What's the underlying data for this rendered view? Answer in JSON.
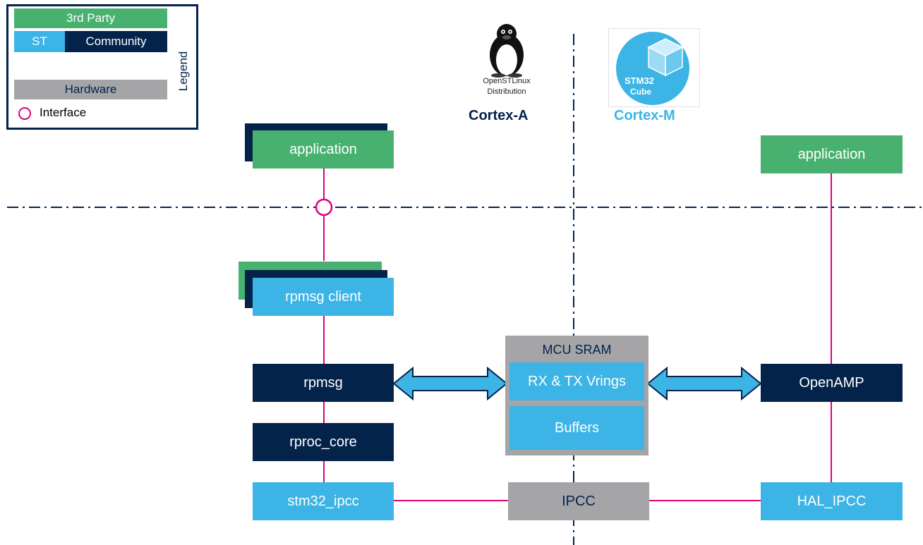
{
  "legend": {
    "title": "Legend",
    "third_party": "3rd Party",
    "st": "ST",
    "community": "Community",
    "hardware": "Hardware",
    "interface": "Interface"
  },
  "logos": {
    "linux_text_1": "OpenSTLinux",
    "linux_text_2": "Distribution",
    "stm32_text_1": "STM32",
    "stm32_text_2": "Cube"
  },
  "cores": {
    "cortex_a": "Cortex-A",
    "cortex_m": "Cortex-M"
  },
  "cortex_a_blocks": {
    "application": "application",
    "rpmsg_client": "rpmsg client",
    "rpmsg": "rpmsg",
    "rproc_core": "rproc_core",
    "stm32_ipcc": "stm32_ipcc"
  },
  "shared_blocks": {
    "mcu_sram": "MCU SRAM",
    "vrings": "RX & TX Vrings",
    "buffers": "Buffers",
    "ipcc": "IPCC"
  },
  "cortex_m_blocks": {
    "application": "application",
    "openamp": "OpenAMP",
    "hal_ipcc": "HAL_IPCC"
  },
  "colors": {
    "third_party": "#49B170",
    "st": "#3CB4E5",
    "community": "#03234B",
    "hardware": "#A5A5A8",
    "interface": "#E0007A"
  }
}
